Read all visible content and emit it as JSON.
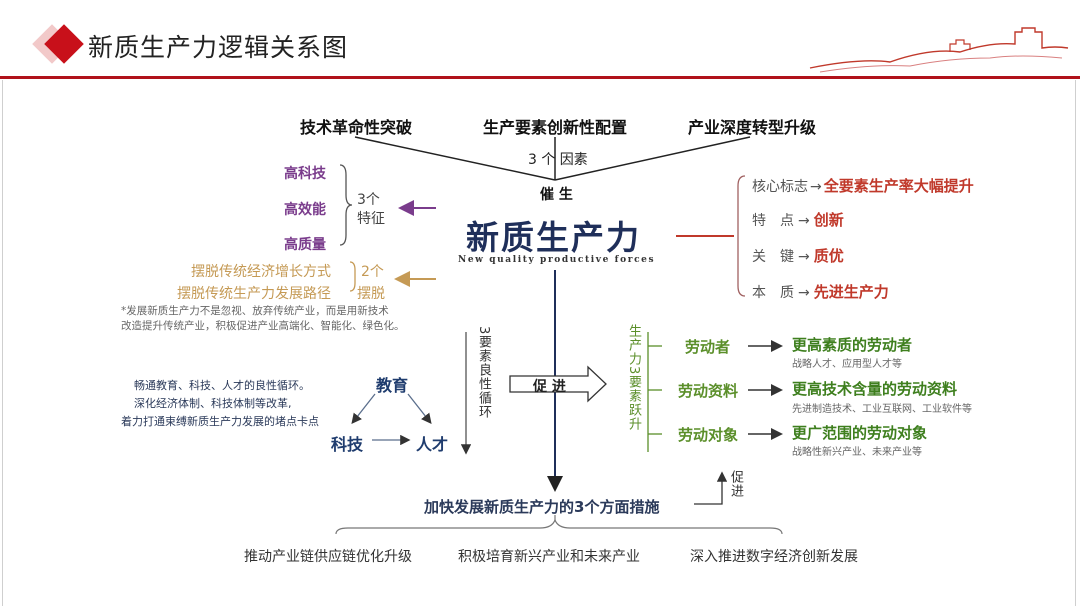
{
  "header": {
    "title": "新质生产力逻辑关系图"
  },
  "top": {
    "factor1": "技术革命性突破",
    "factor2": "生产要素创新性配置",
    "factor3": "产业深度转型升级",
    "factors_label": "3 个 因素",
    "catalyze": "催 生"
  },
  "center": {
    "title": "新质生产力",
    "subtitle": "New quality productive forces"
  },
  "features": {
    "items": [
      "高科技",
      "高效能",
      "高质量"
    ],
    "label": "3个\n特征"
  },
  "breakaway": {
    "items": [
      "摆脱传统经济增长方式",
      "摆脱传统生产力发展路径"
    ],
    "label1": "2个",
    "label2": "摆脱"
  },
  "note": {
    "line1": "*发展新质生产力不是忽视、放弃传统产业，而是用新技术",
    "line2": "改造提升传统产业，积极促进产业高端化、智能化、绿色化。"
  },
  "right_attrs": [
    {
      "key": "核心标志",
      "value": "全要素生产率大幅提升"
    },
    {
      "key": "特　点",
      "value": "创新"
    },
    {
      "key": "关　键",
      "value": "质优"
    },
    {
      "key": "本　质",
      "value": "先进生产力"
    }
  ],
  "cycle": {
    "text1": "畅通教育、科技、人才的良性循环。",
    "text2": "深化经济体制、科技体制等改革,",
    "text3": "着力打通束缚新质生产力发展的堵点卡点",
    "edu": "教育",
    "tech": "科技",
    "talent": "人才",
    "vertical": "3要素良性循环"
  },
  "promote": "促 进",
  "leap_vertical": "生产力3要素跃升",
  "elements": [
    {
      "from": "劳动者",
      "to": "更高素质的劳动者",
      "sub": "战略人才、应用型人才等"
    },
    {
      "from": "劳动资料",
      "to": "更高技术含量的劳动资料",
      "sub": "先进制造技术、工业互联网、工业软件等"
    },
    {
      "from": "劳动对象",
      "to": "更广范围的劳动对象",
      "sub": "战略性新兴产业、未来产业等"
    }
  ],
  "bottom": {
    "title": "加快发展新质生产力的3个方面措施",
    "promote_vertical": "促进",
    "measures": [
      "推动产业链供应链优化升级",
      "积极培育新兴产业和未来产业",
      "深入推进数字经济创新发展"
    ]
  },
  "colors": {
    "accent": "#b0121a",
    "purple": "#7a3c8c",
    "tan": "#c59a55",
    "green": "#5b8f2a",
    "red": "#c0392b"
  }
}
